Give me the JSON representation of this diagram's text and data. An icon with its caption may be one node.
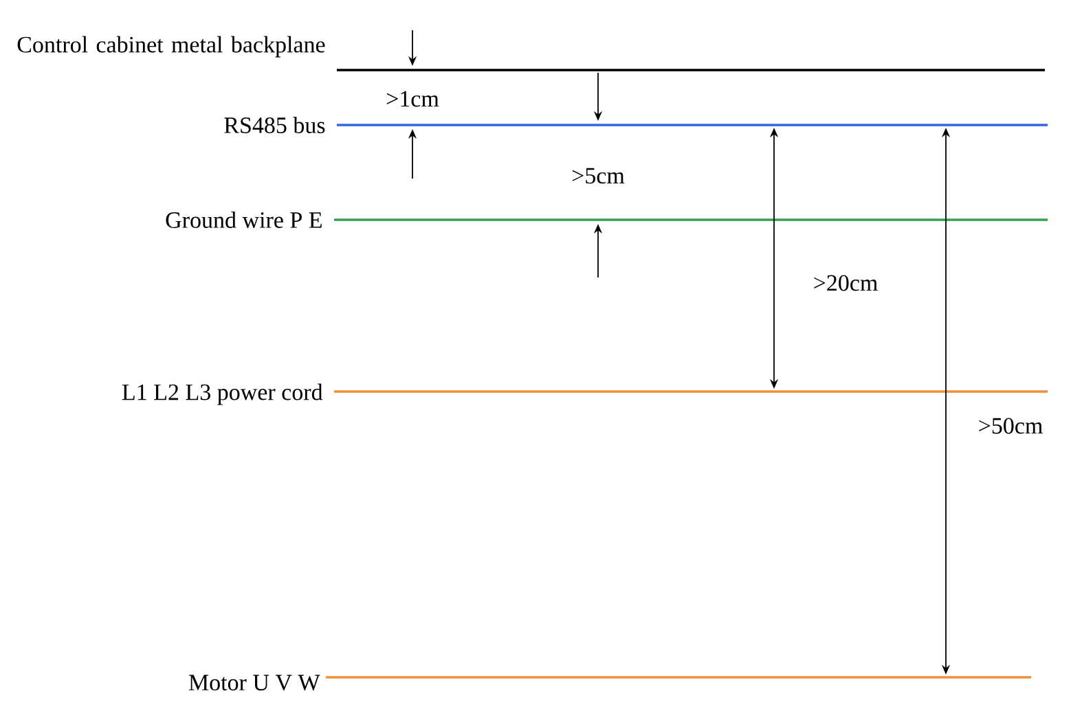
{
  "diagram": {
    "labels": [
      "Control cabinet metal backplane",
      ">1cm",
      "RS485 bus",
      ">5cm",
      "Ground wire P E",
      ">20cm",
      "L1 L2 L3 power cord",
      ">50cm",
      "Motor U V W"
    ]
  }
}
